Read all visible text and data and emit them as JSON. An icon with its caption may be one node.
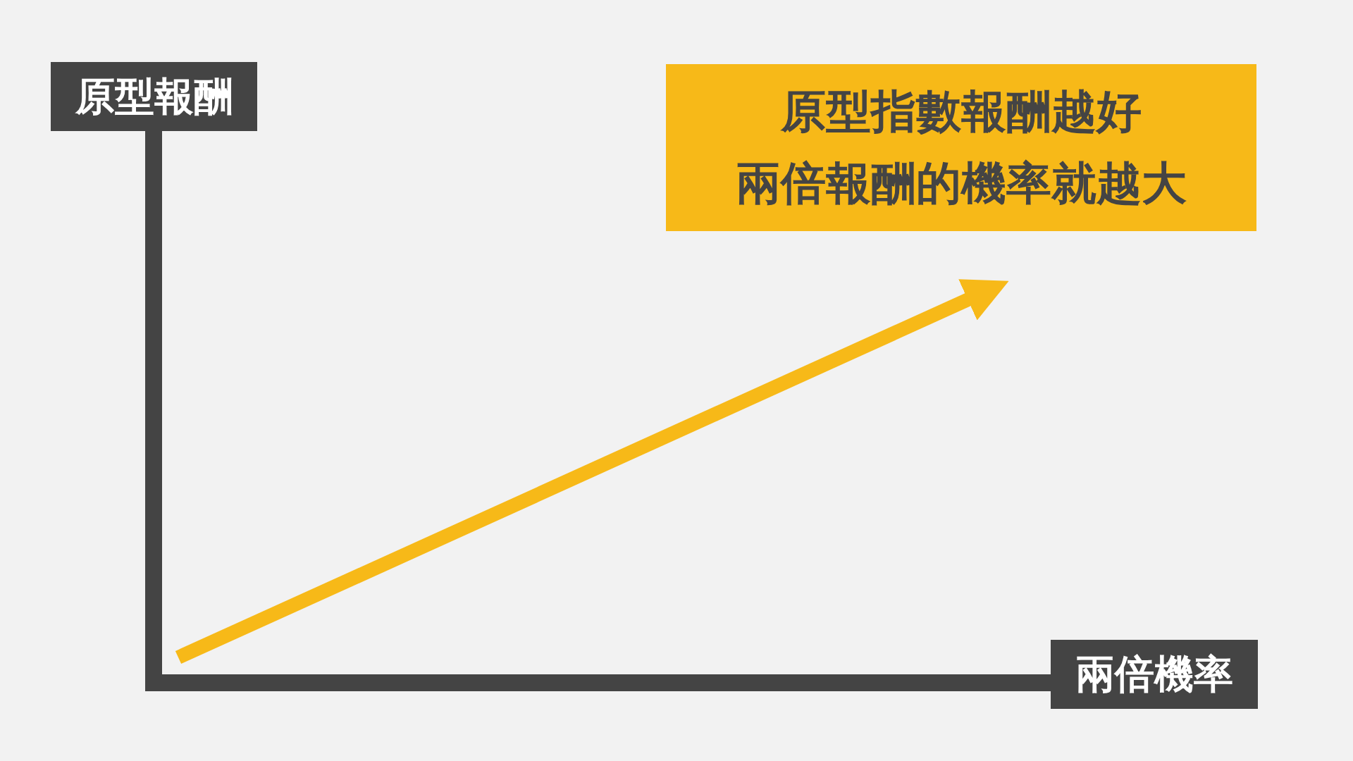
{
  "diagram": {
    "nodes": [
      {
        "text": [
          "原型報酬"
        ]
      },
      {
        "text": [
          "原型指數報酬越好",
          "兩倍報酬的機率就越大"
        ]
      },
      {
        "text": [
          "兩倍機率"
        ]
      }
    ]
  }
}
